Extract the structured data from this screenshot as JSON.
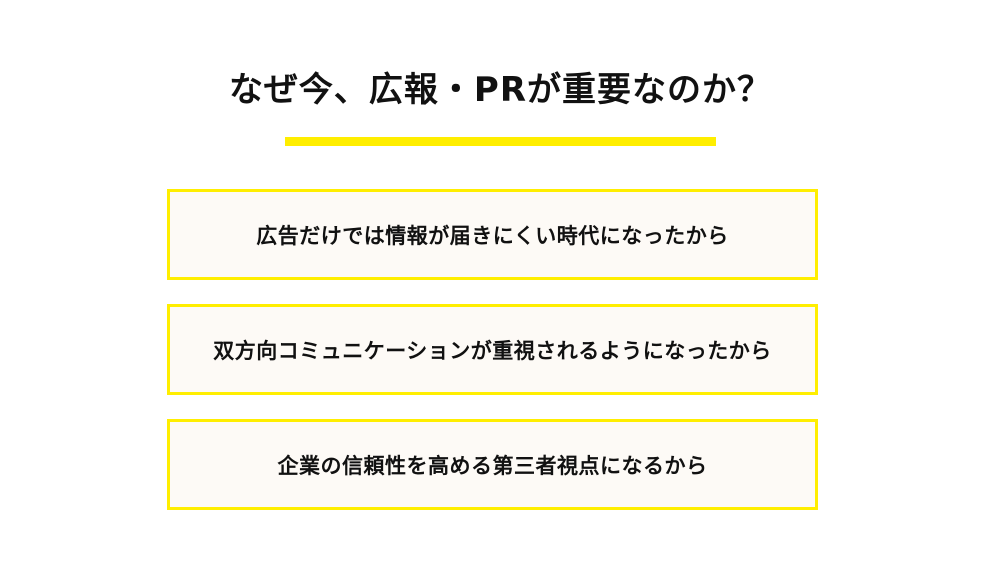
{
  "title": "なぜ今、広報・PRが重要なのか？",
  "colors": {
    "accent": "#ffee00",
    "box_bg": "#fdfaf6"
  },
  "reasons": [
    "広告だけでは情報が届きにくい時代になったから",
    "双方向コミュニケーションが重視されるようになったから",
    "企業の信頼性を高める第三者視点になるから"
  ]
}
